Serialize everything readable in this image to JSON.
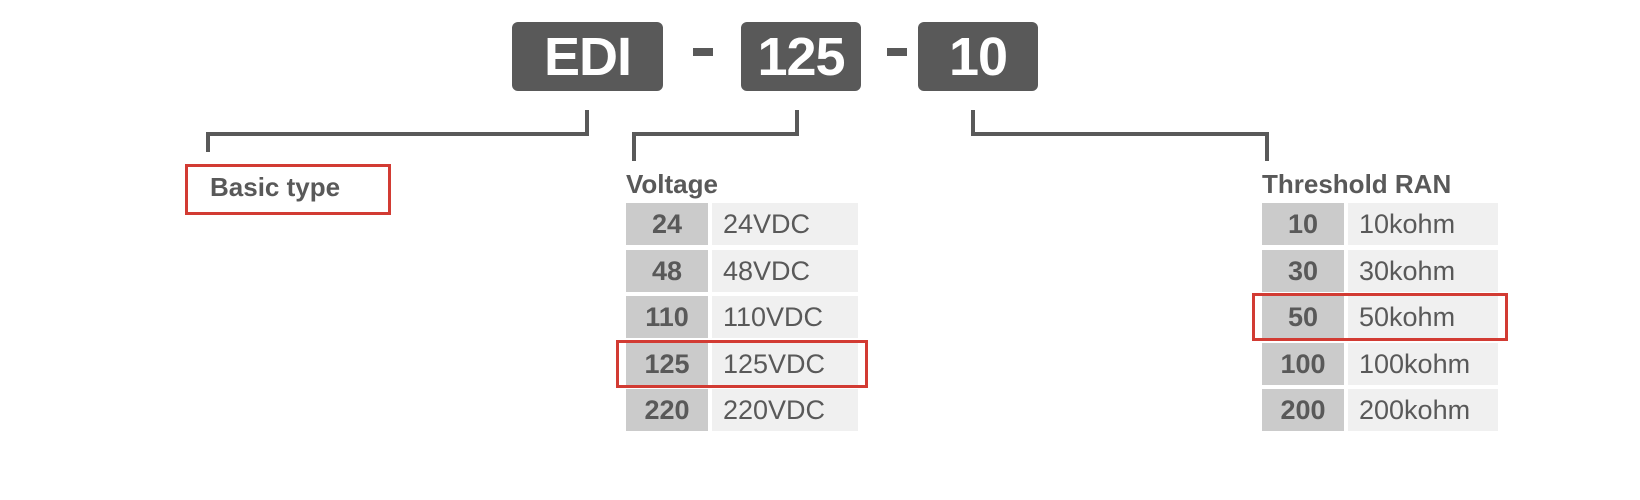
{
  "code": {
    "segments": [
      {
        "text": "EDI"
      },
      {
        "text": "125"
      },
      {
        "text": "10"
      }
    ],
    "separator": "-"
  },
  "basic_type": {
    "label": "Basic type"
  },
  "voltage": {
    "title": "Voltage",
    "selected": "125",
    "rows": [
      {
        "code": "24",
        "desc": "24VDC"
      },
      {
        "code": "48",
        "desc": "48VDC"
      },
      {
        "code": "110",
        "desc": "110VDC"
      },
      {
        "code": "125",
        "desc": "125VDC"
      },
      {
        "code": "220",
        "desc": "220VDC"
      }
    ]
  },
  "threshold": {
    "title": "Threshold RAN",
    "selected": "50",
    "rows": [
      {
        "code": "10",
        "desc": "10kohm"
      },
      {
        "code": "30",
        "desc": "30kohm"
      },
      {
        "code": "50",
        "desc": "50kohm"
      },
      {
        "code": "100",
        "desc": "100kohm"
      },
      {
        "code": "200",
        "desc": "200kohm"
      }
    ]
  },
  "colors": {
    "dark_gray": "#595959",
    "code_cell": "#cbcbcb",
    "desc_cell": "#f0f0f0",
    "highlight": "#d23b33"
  }
}
